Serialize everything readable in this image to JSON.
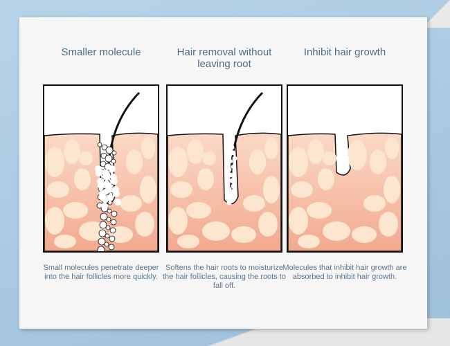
{
  "columns": [
    {
      "title": "Smaller molecule",
      "description": "Small molecules penetrate deeper into the hair follicles more quickly."
    },
    {
      "title": "Hair removal without leaving root",
      "description": "Softens the hair roots to moisturize the hair follicles, causing the roots to fall off."
    },
    {
      "title": "Inhibit hair growth",
      "description": "Molecules that inhibit hair growth are absorbed to inhibit hair growth."
    }
  ],
  "colors": {
    "title": "#4f6d86",
    "skin_top": "#fbd9c6",
    "skin_bottom": "#f2a98e",
    "cell": "#fce6cf",
    "outline": "#111111"
  }
}
